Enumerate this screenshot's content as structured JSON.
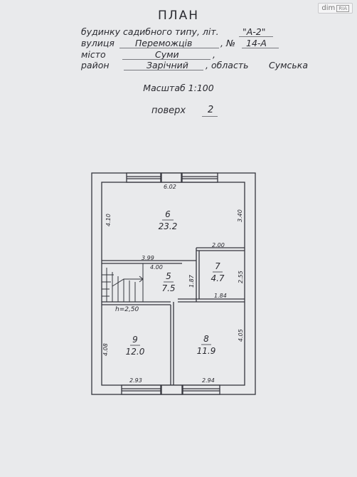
{
  "watermark": {
    "brand": "dim",
    "badge": "RIA"
  },
  "header": {
    "title": "ПЛАН",
    "building_label": "будинку садибного типу, літ.",
    "building_value": "\"А-2\"",
    "street_label": "вулиця",
    "street_value": "Переможців",
    "number_label": ", №",
    "number_value": "14-А",
    "city_label": "місто",
    "city_value": "Суми",
    "city_suffix": ",",
    "district_label": "район",
    "district_value": "Зарічний",
    "region_label": ", область",
    "region_value": "Сумська",
    "scale_label": "Масштаб 1:100",
    "floor_label": "поверх",
    "floor_value": "2"
  },
  "plan": {
    "rooms": [
      {
        "number": "6",
        "area": "23.2"
      },
      {
        "number": "5",
        "area": "7.5"
      },
      {
        "number": "7",
        "area": "4.7"
      },
      {
        "number": "9",
        "area": "12.0"
      },
      {
        "number": "8",
        "area": "11.9"
      }
    ],
    "dimensions": {
      "top": "6.02",
      "left_upper": "4.10",
      "right_upper": "3.40",
      "room7_top": "2.00",
      "corridor_top": "3.99",
      "corridor_bottom": "4.00",
      "corridor_right": "1.87",
      "room7_right": "2.55",
      "room7_bottom": "1.84",
      "ceiling_height": "h=2,50",
      "left_lower": "4.08",
      "right_lower": "4.05",
      "bottom_left": "2.93",
      "bottom_right": "2.94"
    }
  }
}
